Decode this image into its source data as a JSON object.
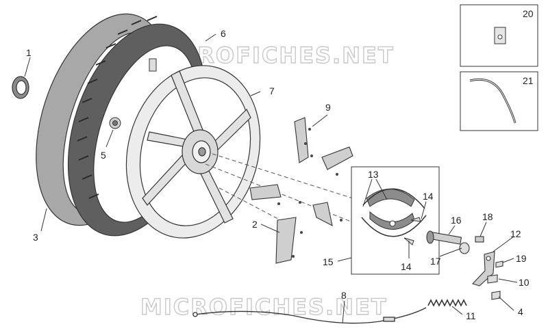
{
  "watermark": "MICROFICHES.NET",
  "callouts": [
    "1",
    "2",
    "3",
    "4",
    "5",
    "6",
    "7",
    "8",
    "9",
    "10",
    "11",
    "12",
    "13",
    "14",
    "14",
    "15",
    "16",
    "17",
    "18",
    "19",
    "20",
    "21"
  ],
  "colors": {
    "line": "#333333",
    "tire": "#9a9a9a",
    "tire_dark": "#5e5e5e",
    "rim": "#e6e6e6",
    "shoe": "#8c8c8c"
  }
}
